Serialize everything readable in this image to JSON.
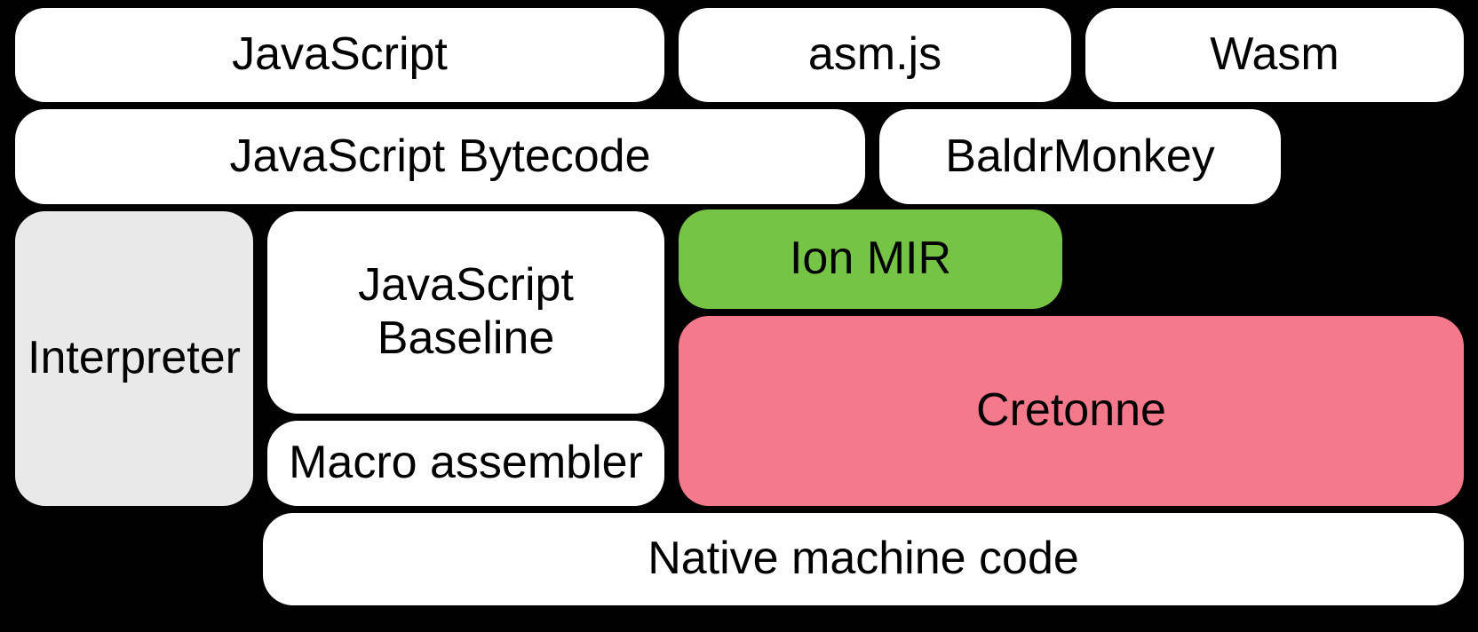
{
  "diagram": {
    "title": "Compiler pipeline block diagram",
    "background": "#000000",
    "colors": {
      "box_default": "#ffffff",
      "interpreter_gray": "#e9e9e9",
      "ion_green": "#76c446",
      "cretonne_pink": "#f47a8b",
      "text": "#000000"
    },
    "boxes": {
      "javascript": {
        "label": "JavaScript"
      },
      "asmjs": {
        "label": "asm.js"
      },
      "wasm": {
        "label": "Wasm"
      },
      "js_bytecode": {
        "label": "JavaScript Bytecode"
      },
      "baldrmonkey": {
        "label": "BaldrMonkey"
      },
      "interpreter": {
        "label": "Interpreter"
      },
      "js_baseline": {
        "line1": "JavaScript",
        "line2": "Baseline"
      },
      "ion_mir": {
        "label": "Ion MIR"
      },
      "cretonne": {
        "label": "Cretonne"
      },
      "macro_assembler": {
        "label": "Macro assembler"
      },
      "native_machine_code": {
        "label": "Native machine code"
      }
    }
  }
}
